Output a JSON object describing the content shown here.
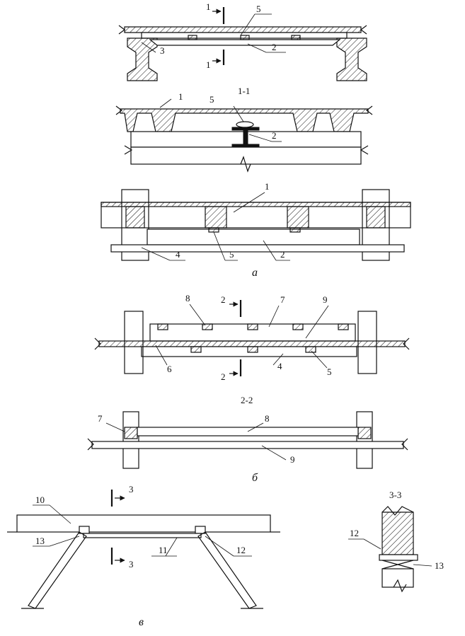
{
  "figure": {
    "sections": [
      {
        "id": "1-1",
        "title": "1-1"
      },
      {
        "id": "2-2",
        "title": "2-2"
      },
      {
        "id": "3-3",
        "title": "3-3"
      }
    ],
    "captions": {
      "a": "а",
      "b": "б",
      "c": "в"
    },
    "cut_marks": {
      "one": "1",
      "two": "2",
      "three": "3"
    },
    "callouts": {
      "n1": "1",
      "n2": "2",
      "n3": "3",
      "n4": "4",
      "n5": "5",
      "n6": "6",
      "n7": "7",
      "n8": "8",
      "n9": "9",
      "n10": "10",
      "n11": "11",
      "n12": "12",
      "n13": "13"
    }
  }
}
